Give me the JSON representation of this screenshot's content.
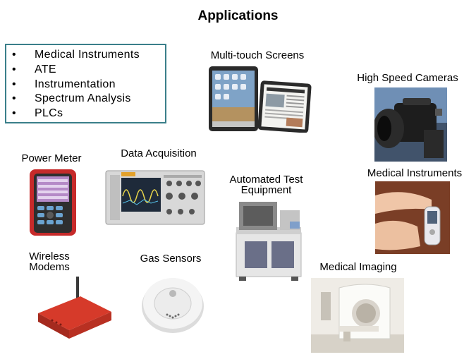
{
  "slide": {
    "title": "Applications",
    "bullets": [
      "Medical Instruments",
      "ATE",
      "Instrumentation",
      "Spectrum Analysis",
      "PLCs"
    ],
    "labels": {
      "multitouch": "Multi-touch Screens",
      "cameras": "High Speed Cameras",
      "power_meter": "Power Meter",
      "daq": "Data Acquisition",
      "ate_line1": "Automated Test",
      "ate_line2": "Equipment",
      "medical_instruments": "Medical Instruments",
      "wireless_line1": "Wireless",
      "wireless_line2": "Modems",
      "gas_sensors": "Gas Sensors",
      "medical_imaging": "Medical Imaging"
    }
  }
}
